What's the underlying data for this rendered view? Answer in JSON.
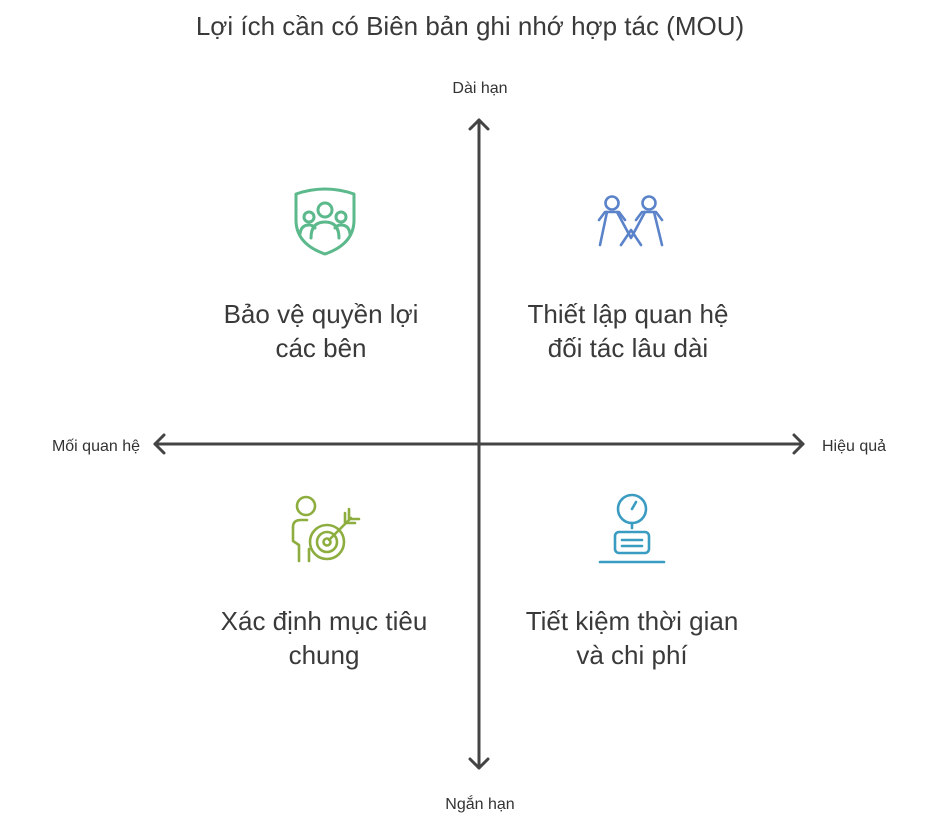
{
  "title": "Lợi ích cần có Biên bản ghi nhớ hợp tác (MOU)",
  "axes": {
    "top": "Dài hạn",
    "bottom": "Ngắn hạn",
    "left": "Mối quan hệ",
    "right": "Hiệu quả"
  },
  "quadrants": [
    {
      "lines": [
        "Bảo vệ quyền lợi",
        "các bên"
      ],
      "icon": "shield-people-icon",
      "color": "#5bb98b"
    },
    {
      "lines": [
        "Thiết lập quan hệ",
        "đối tác lâu dài"
      ],
      "icon": "partners-icon",
      "color": "#5b83c9"
    },
    {
      "lines": [
        "Xác định mục tiêu",
        "chung"
      ],
      "icon": "person-target-icon",
      "color": "#8dae3f"
    },
    {
      "lines": [
        "Tiết kiệm thời gian",
        "và chi phí"
      ],
      "icon": "timer-desk-icon",
      "color": "#3a9cc1"
    }
  ]
}
